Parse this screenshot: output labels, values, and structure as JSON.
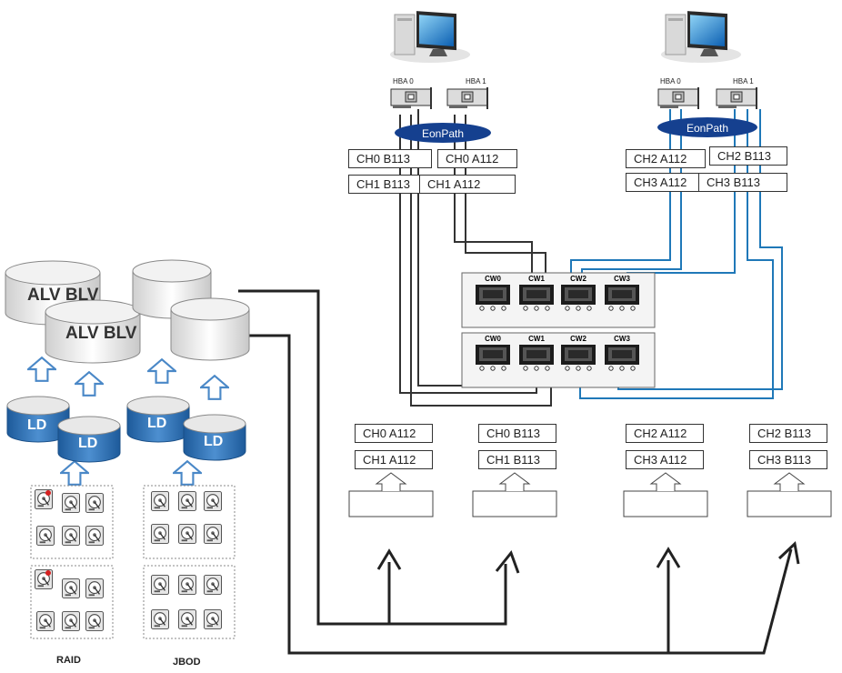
{
  "volumes": {
    "alv_blv_label": "ALV BLV",
    "ld_label": "LD"
  },
  "hba": {
    "hba0": "HBA 0",
    "hba1": "HBA 1"
  },
  "multipath": "EonPath",
  "ports": {
    "cw0": "CW0",
    "cw1": "CW1",
    "cw2": "CW2",
    "cw3": "CW3"
  },
  "host_channels": {
    "left_top": [
      "CH0 B113",
      "CH0 A112"
    ],
    "left_bottom": [
      "CH1 B113",
      "CH1 A112"
    ],
    "right_top": [
      "CH2 A112",
      "CH2 B113"
    ],
    "right_bottom": [
      "CH3 A112",
      "CH3 B113"
    ]
  },
  "targets": [
    {
      "ch_a": "CH0 A112",
      "ch_b": "CH1 A112"
    },
    {
      "ch_a": "CH0 B113",
      "ch_b": "CH1 B113"
    },
    {
      "ch_a": "CH2 A112",
      "ch_b": "CH3 A112"
    },
    {
      "ch_a": "CH2 B113",
      "ch_b": "CH3 B113"
    }
  ],
  "groups": {
    "raid": "RAID",
    "jbod": "JBOD"
  },
  "colors": {
    "blue_line": "#1f78b8",
    "ld_blue": "#2e6fb0",
    "eonpath": "#15408f"
  }
}
